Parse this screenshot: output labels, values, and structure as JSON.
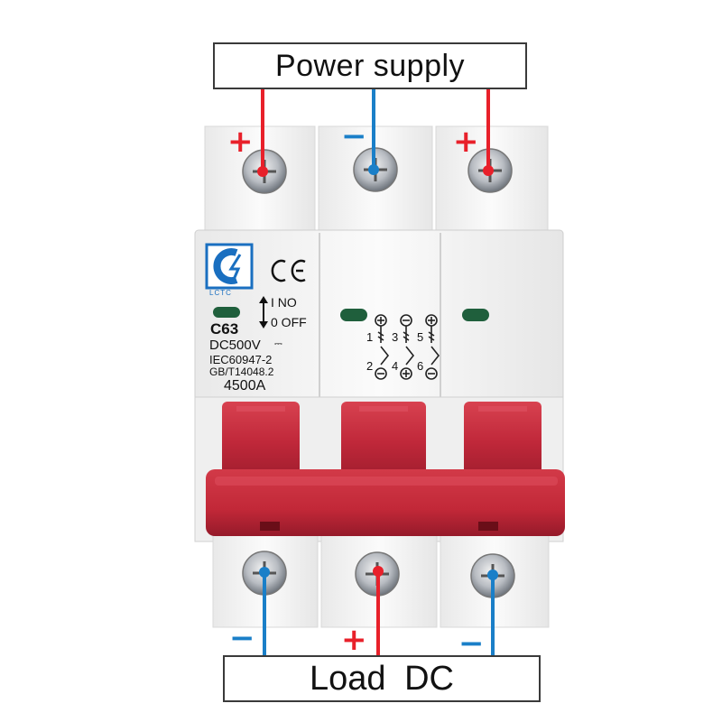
{
  "labels": {
    "top": "Power supply",
    "bottom": "Load  DC"
  },
  "top_signs": [
    "+",
    "−",
    "+"
  ],
  "bottom_signs": [
    "−",
    "+",
    "−"
  ],
  "device": {
    "brand": "LCTC",
    "ce": "CE",
    "on_label": "I NO",
    "off_label": "0 OFF",
    "model": "C63",
    "voltage": "DC500V",
    "standard_1": "IEC60947-2",
    "standard_2": "GB/T14048.2",
    "breaking_capacity": "4500A",
    "terminal_numbers_top": [
      "1",
      "3",
      "5"
    ],
    "terminal_numbers_bottom": [
      "2",
      "4",
      "6"
    ]
  },
  "colors": {
    "positive": "#e8202a",
    "negative": "#1a7fc8",
    "handle": "#c8283c",
    "body": "#f4f4f4"
  }
}
